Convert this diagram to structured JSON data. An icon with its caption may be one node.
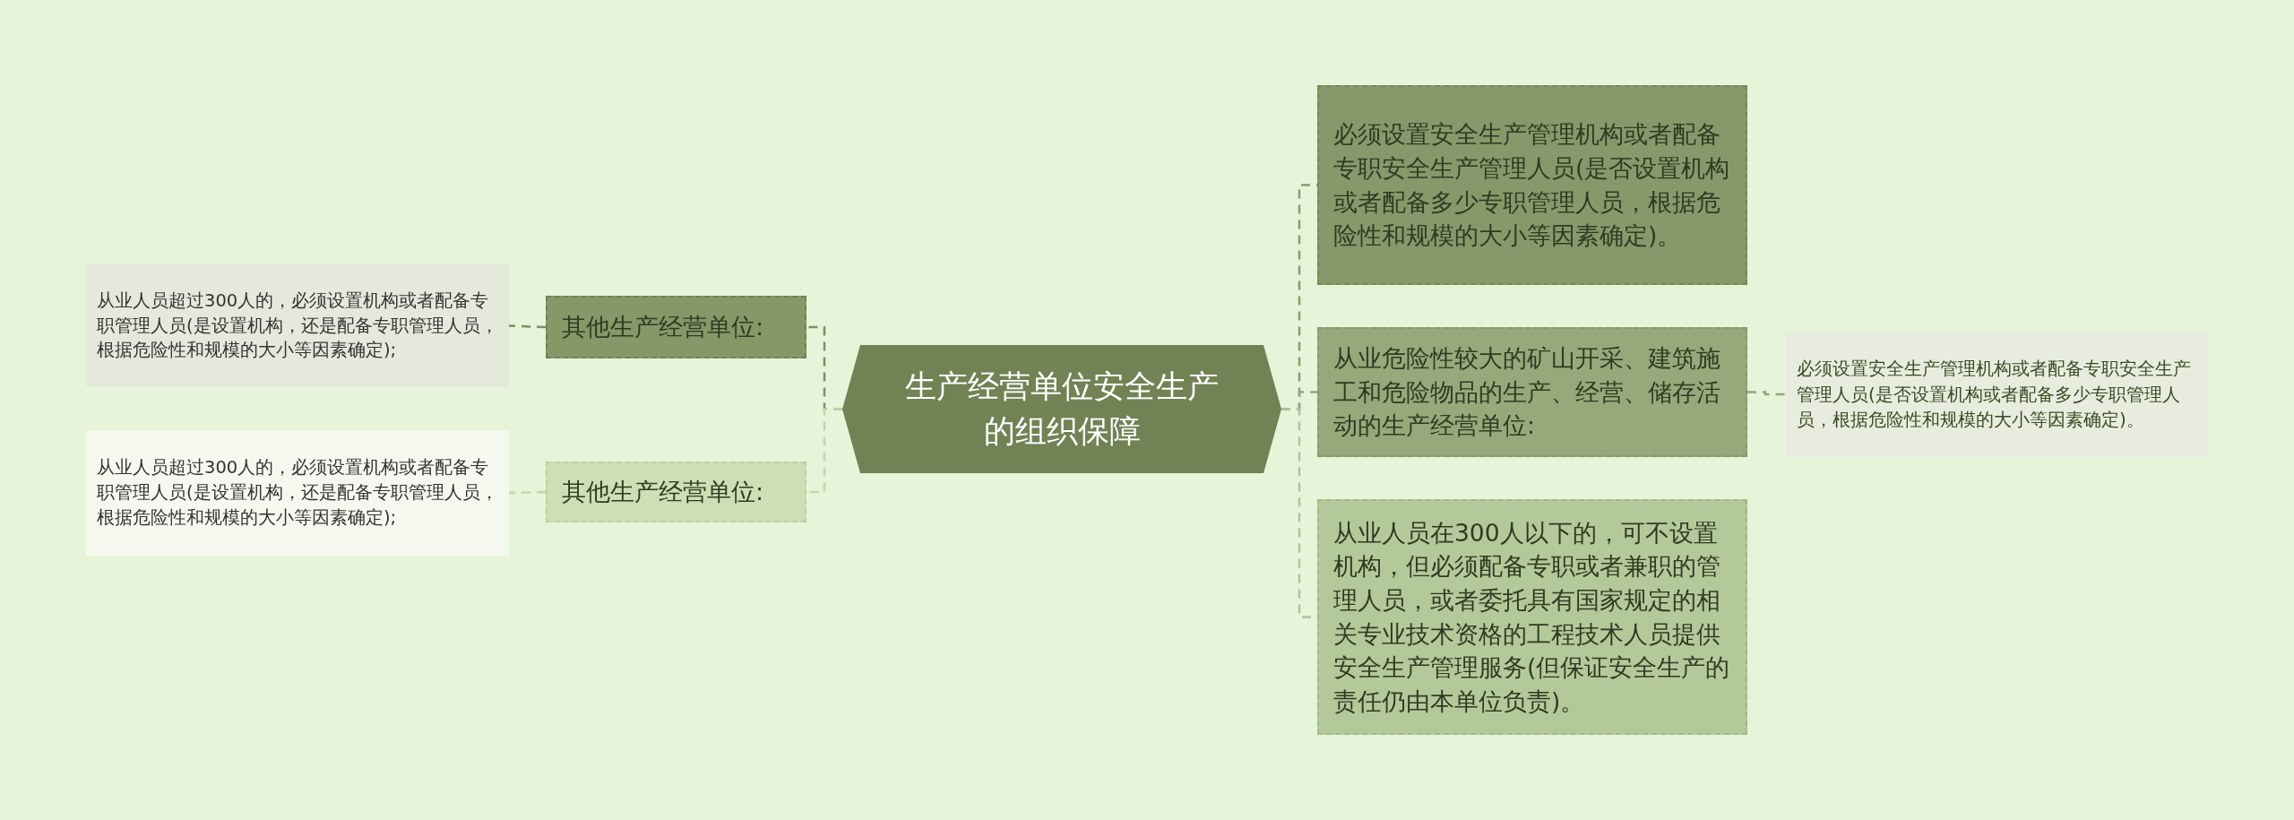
{
  "diagram": {
    "nodes": [
      {
        "text": [
          "生产经营单位安全生产的组织保障"
        ]
      },
      {
        "text": [
          "其他生产经营单位:"
        ]
      },
      {
        "text": [
          "从业人员超过300人的，必须设置机构或者配备专职管理人员(是设置机构，还是配备专职管理人员，根据危险性和规模的大小等因素确定);"
        ]
      },
      {
        "text": [
          "其他生产经营单位:"
        ]
      },
      {
        "text": [
          "从业人员超过300人的，必须设置机构或者配备专职管理人员(是设置机构，还是配备专职管理人员，根据危险性和规模的大小等因素确定);"
        ]
      },
      {
        "text": [
          "必须设置安全生产管理机构或者配备专职安全生产管理人员(是否设置机构或者配备多少专职管理人员，根据危险性和规模的大小等因素确定)。"
        ]
      },
      {
        "text": [
          "从业危险性较大的矿山开采、建筑施工和危险物品的生产、经营、储存活动的生产经营单位:"
        ]
      },
      {
        "text": [
          "必须设置安全生产管理机构或者配备专职安全生产管理人员(是否设置机构或者配备多少专职管理人员，根据危险性和规模的大小等因素确定)。"
        ]
      },
      {
        "text": [
          "从业人员在300人以下的，可不设置机构，但必须配备专职或者兼职的管理人员，或者委托具有国家规定的相关专业技术资格的工程技术人员提供安全生产管理服务(但保证安全生产的责任仍由本单位负责)。"
        ]
      }
    ],
    "edges": [
      {
        "from": 0,
        "to": 1,
        "arrow": "none",
        "style": "dashed",
        "color": "#7f9062"
      },
      {
        "from": 1,
        "to": 2,
        "arrow": "none",
        "style": "dashed",
        "color": "#7f9062"
      },
      {
        "from": 0,
        "to": 3,
        "arrow": "none",
        "style": "dashed",
        "color": "#c2d6a8"
      },
      {
        "from": 3,
        "to": 4,
        "arrow": "none",
        "style": "dashed",
        "color": "#c2d6a8"
      },
      {
        "from": 0,
        "to": 5,
        "arrow": "none",
        "style": "dashed",
        "color": "#8a9c6e"
      },
      {
        "from": 0,
        "to": 6,
        "arrow": "none",
        "style": "dashed",
        "color": "#96a87a"
      },
      {
        "from": 6,
        "to": 7,
        "arrow": "none",
        "style": "dashed",
        "color": "#96a87a"
      },
      {
        "from": 0,
        "to": 8,
        "arrow": "none",
        "style": "dashed",
        "color": "#b0c596"
      }
    ]
  }
}
